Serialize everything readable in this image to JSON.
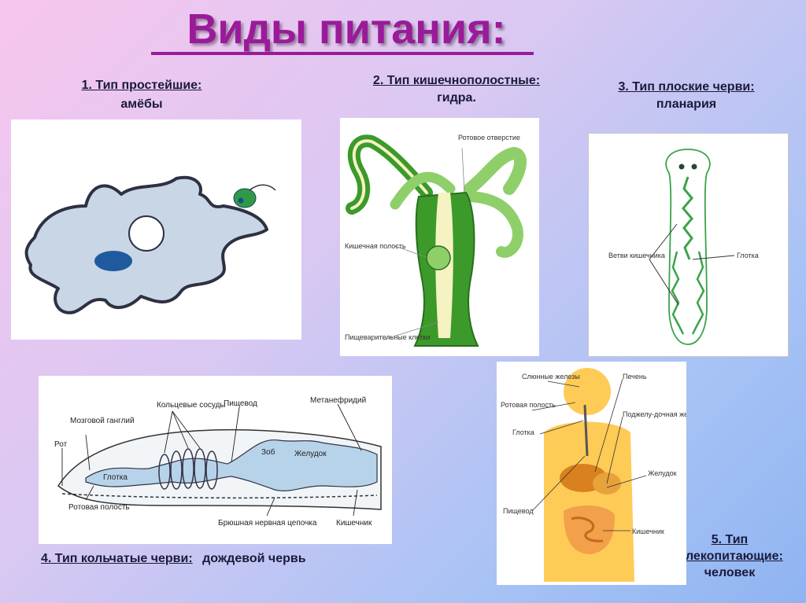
{
  "title": "Виды питания:",
  "types": [
    {
      "heading": "1. Тип простейшие:",
      "example": "амёбы"
    },
    {
      "heading": "2. Тип кишечнополостные:",
      "example": "гидра."
    },
    {
      "heading": "3. Тип плоские черви:",
      "example": "планария"
    },
    {
      "heading": "4. Тип кольчатые черви:",
      "example": "дождевой червь"
    },
    {
      "heading_line1": "5. Тип",
      "heading_line2": "млекопитающие:",
      "example": "человек"
    }
  ],
  "hydra_labels": {
    "mouth": "Ротовое отверстие",
    "cavity": "Кишечная полость",
    "cells": "Пищеварительные клетки"
  },
  "planaria_labels": {
    "branches": "Ветви кишечника",
    "pharynx": "Глотка"
  },
  "worm_labels": {
    "vessels": "Кольцевые сосуды",
    "esophagus": "Пищевод",
    "metanephridium": "Метанефридий",
    "ganglion": "Мозговой ганглий",
    "mouth": "Рот",
    "pharynx": "Глотка",
    "crop": "Зоб",
    "stomach": "Желудок",
    "oral_cavity": "Ротовая полость",
    "nerve_chain": "Брюшная нервная цепочка",
    "intestine": "Кишечник"
  },
  "human_labels": {
    "salivary": "Слюнные железы",
    "liver": "Печень",
    "oral_cavity": "Ротовая полость",
    "pancreas": "Поджелу-дочная железа",
    "pharynx": "Глотка",
    "stomach": "Желудок",
    "esophagus": "Пищевод",
    "intestine": "Кишечник"
  },
  "colors": {
    "title": "#9a1a9a",
    "amoeba_body": "#c9d6e6",
    "amoeba_nucleus": "#1f5a9e",
    "hydra_green": "#3c9a2a",
    "hydra_light": "#f5f3c2",
    "planaria": "#3aa34a",
    "worm_body": "#b7d3ea",
    "human_body": "#ffc23a"
  }
}
